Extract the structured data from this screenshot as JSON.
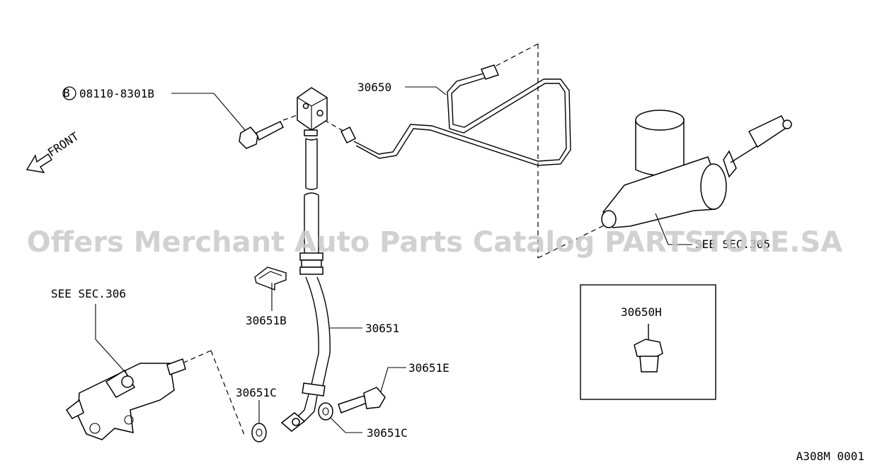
{
  "callouts": {
    "bolt": "08110-8301B",
    "bolt_marker": "B",
    "pipe": "30650",
    "see_sec_master": "SEE SEC.305",
    "see_sec_slave": "SEE SEC.306",
    "clip": "30651B",
    "hose": "30651",
    "bolt_e": "30651E",
    "washer_left": "30651C",
    "washer_right": "30651C",
    "insert_part": "30650H"
  },
  "front_label": "FRONT",
  "watermark": "Offers Merchant Auto Parts Catalog PARTSTORE.SA",
  "diagram_code": "A308M 0001"
}
